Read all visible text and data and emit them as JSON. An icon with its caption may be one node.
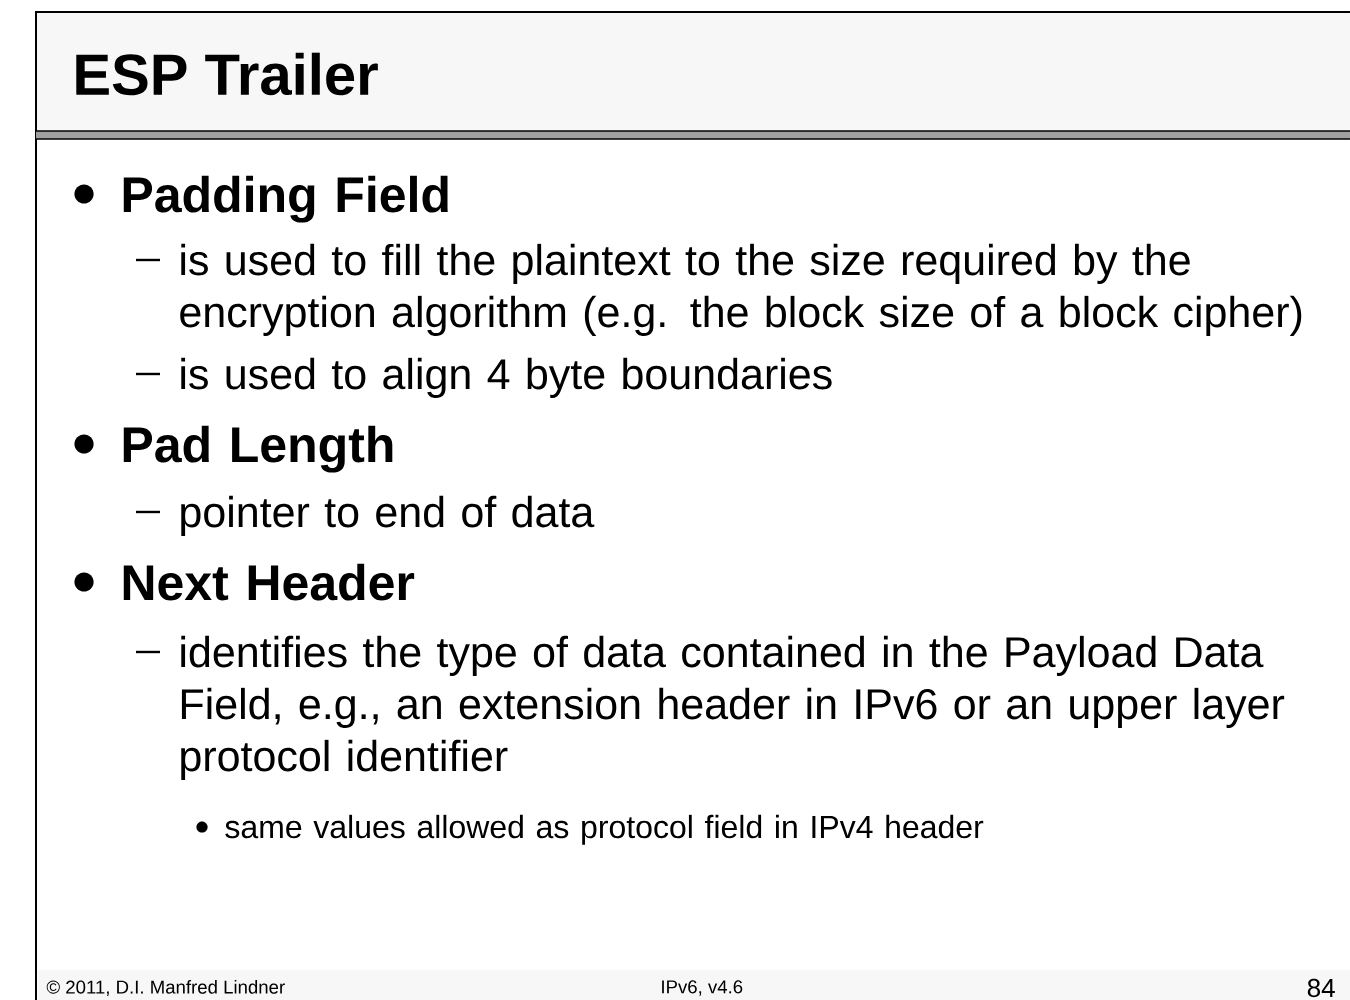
{
  "diagram": {
    "title": "ESP Trailer",
    "labels": [
      "Padding Field",
      "is used to fill the plaintext to  the size required by the encryption algorithm (e.g. the block size of a block cipher)",
      "is used to align 4 byte boundaries",
      "Pad Length",
      "pointer to end of data",
      "Next Header",
      "identifies the type of data contained in the Payload Data Field, e.g., an extension header in IPv6 or an upper layer protocol identifier",
      "same values allowed as protocol field in IPv4 header",
      "© 2011, D.I. Manfred Lindner",
      "IPv6, v4.6",
      "84"
    ]
  }
}
